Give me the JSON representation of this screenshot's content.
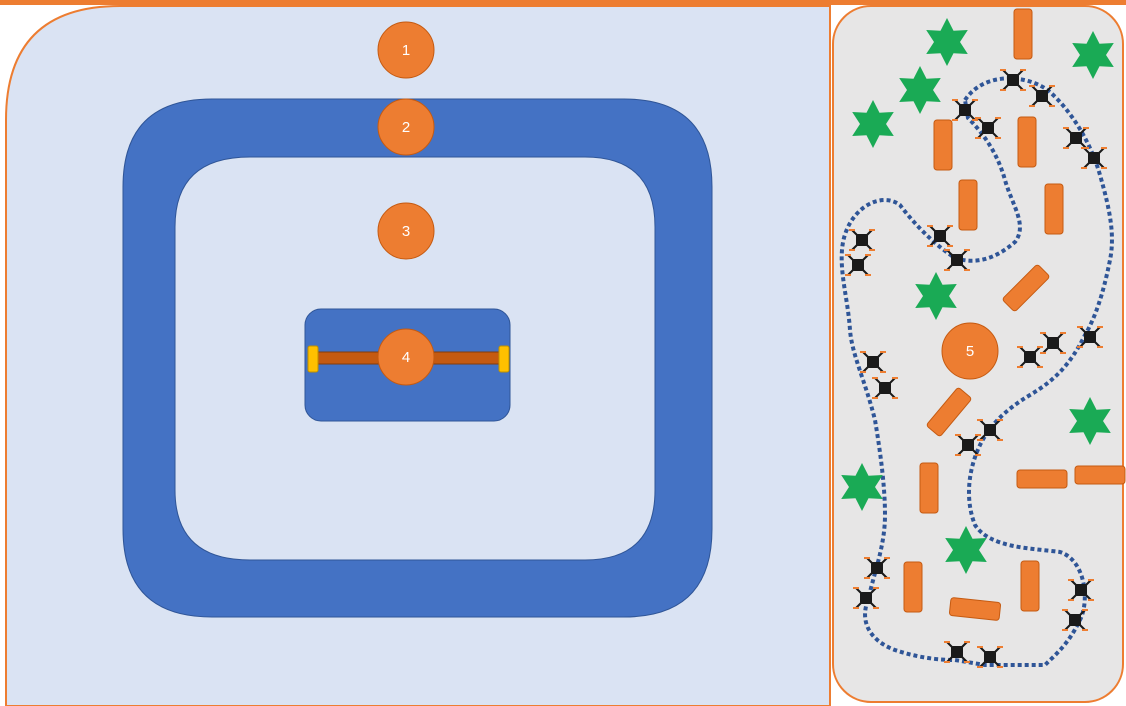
{
  "markers": [
    {
      "id": "1",
      "label": "1"
    },
    {
      "id": "2",
      "label": "2"
    },
    {
      "id": "3",
      "label": "3"
    },
    {
      "id": "4",
      "label": "4"
    },
    {
      "id": "5",
      "label": "5"
    }
  ],
  "colors": {
    "accent_orange": "#ED7D31",
    "panel_fill": "#DAE3F3",
    "ring_blue": "#4472C4",
    "rod_brown": "#C55A11",
    "endcap_yellow": "#FFC000",
    "right_panel_fill": "#E7E6E6",
    "tree_green": "#1AAA55",
    "path_blue": "#2F5597",
    "drone_black": "#1A1A1A"
  },
  "icons": {
    "tree": "green-star-tree-icon",
    "obstacle": "orange-block-obstacle-icon",
    "drone": "quadcopter-drone-icon"
  }
}
